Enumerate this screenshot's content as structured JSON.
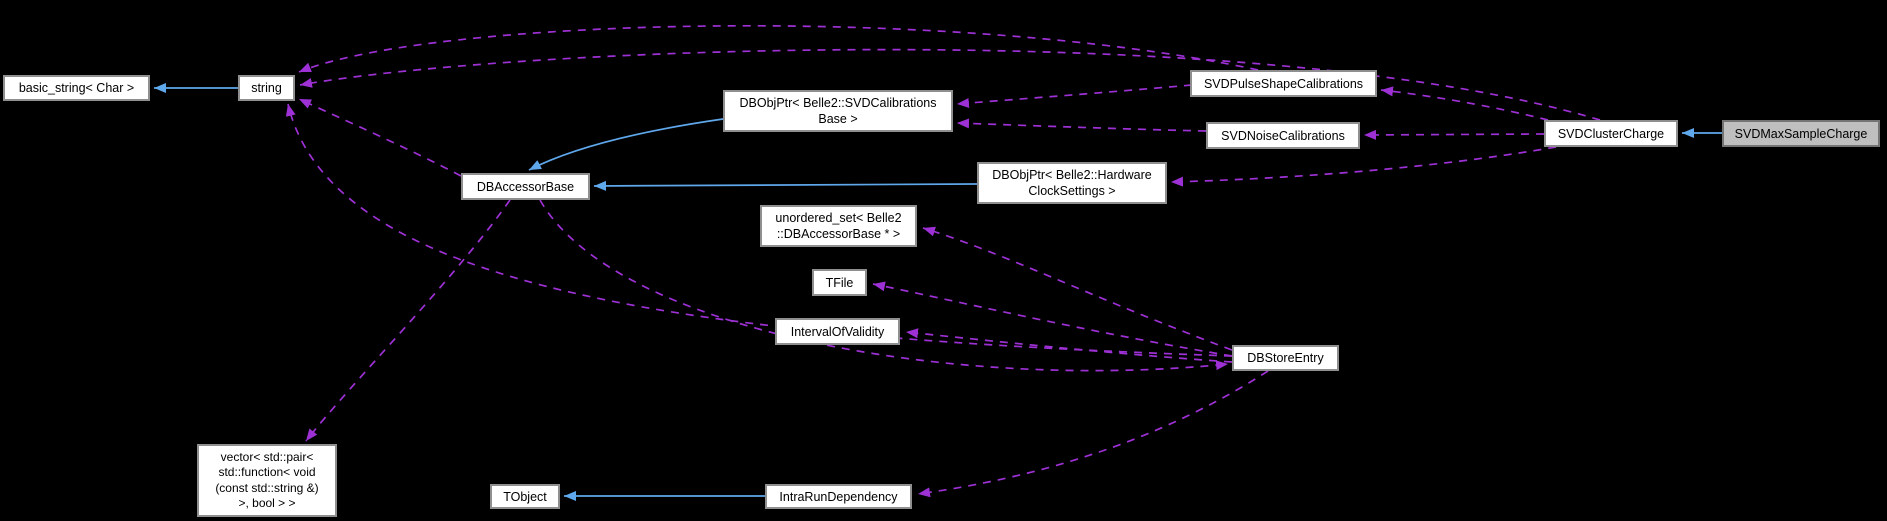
{
  "diagram": {
    "type": "class-collaboration-graph",
    "background_color": "#000000",
    "box_fill": "#ffffff",
    "box_border": "#8f8f8f",
    "highlight_fill": "#bfbfbf",
    "inheritance_color": "#5fa8ec",
    "usage_color": "#9e31d5",
    "nodes": {
      "basic_string": {
        "label": "basic_string< Char >",
        "highlighted": false
      },
      "string": {
        "label": "string",
        "highlighted": false
      },
      "dbobjptr_svdcalib": {
        "label": "DBObjPtr< Belle2::SVDCalibrations\nBase >",
        "highlighted": false
      },
      "svdpulse": {
        "label": "SVDPulseShapeCalibrations",
        "highlighted": false
      },
      "svdnoise": {
        "label": "SVDNoiseCalibrations",
        "highlighted": false
      },
      "svdcluster": {
        "label": "SVDClusterCharge",
        "highlighted": false
      },
      "svdmax": {
        "label": "SVDMaxSampleCharge",
        "highlighted": true
      },
      "dbaccessor": {
        "label": "DBAccessorBase",
        "highlighted": false
      },
      "dbobjptr_hw": {
        "label": "DBObjPtr< Belle2::Hardware\nClockSettings >",
        "highlighted": false
      },
      "unordered_set": {
        "label": "unordered_set< Belle2\n::DBAccessorBase * >",
        "highlighted": false
      },
      "tfile": {
        "label": "TFile",
        "highlighted": false
      },
      "iov": {
        "label": "IntervalOfValidity",
        "highlighted": false
      },
      "dbstore": {
        "label": "DBStoreEntry",
        "highlighted": false
      },
      "vector_pair": {
        "label": "vector< std::pair<\nstd::function< void\n(const std::string &)\n>, bool > >",
        "highlighted": false
      },
      "tobject": {
        "label": "TObject",
        "highlighted": false
      },
      "intrarun": {
        "label": "IntraRunDependency",
        "highlighted": false
      }
    },
    "edges": [
      {
        "from": "string",
        "to": "basic_string",
        "type": "inheritance"
      },
      {
        "from": "dbobjptr_svdcalib",
        "to": "dbaccessor",
        "type": "inheritance"
      },
      {
        "from": "dbobjptr_hw",
        "to": "dbaccessor",
        "type": "inheritance"
      },
      {
        "from": "svdmax",
        "to": "svdcluster",
        "type": "inheritance"
      },
      {
        "from": "intrarun",
        "to": "tobject",
        "type": "inheritance"
      },
      {
        "from": "svdpulse",
        "to": "dbobjptr_svdcalib",
        "type": "usage"
      },
      {
        "from": "svdnoise",
        "to": "dbobjptr_svdcalib",
        "type": "usage"
      },
      {
        "from": "svdcluster",
        "to": "svdpulse",
        "type": "usage"
      },
      {
        "from": "svdcluster",
        "to": "svdnoise",
        "type": "usage"
      },
      {
        "from": "svdcluster",
        "to": "dbobjptr_hw",
        "type": "usage"
      },
      {
        "from": "svdpulse",
        "to": "string",
        "type": "usage"
      },
      {
        "from": "svdcluster",
        "to": "string",
        "type": "usage"
      },
      {
        "from": "dbaccessor",
        "to": "string",
        "type": "usage"
      },
      {
        "from": "dbstore",
        "to": "string",
        "type": "usage"
      },
      {
        "from": "dbaccessor",
        "to": "vector_pair",
        "type": "usage"
      },
      {
        "from": "dbaccessor",
        "to": "dbstore",
        "type": "usage"
      },
      {
        "from": "dbstore",
        "to": "unordered_set",
        "type": "usage"
      },
      {
        "from": "dbstore",
        "to": "tfile",
        "type": "usage"
      },
      {
        "from": "dbstore",
        "to": "iov",
        "type": "usage"
      },
      {
        "from": "dbstore",
        "to": "intrarun",
        "type": "usage"
      }
    ]
  }
}
